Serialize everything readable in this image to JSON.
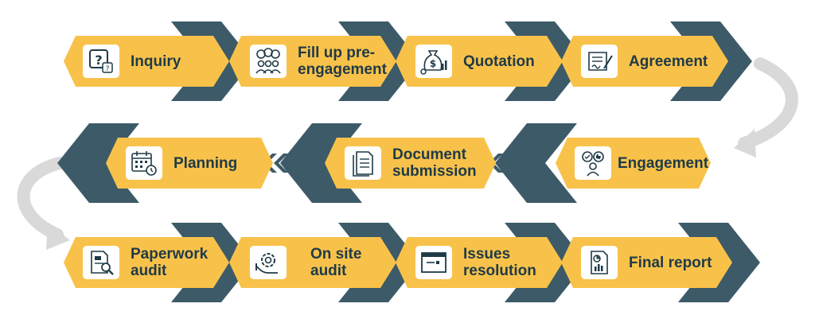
{
  "diagram": {
    "colors": {
      "step_fill": "#f8c24a",
      "chevron_dark": "#3d5a68",
      "arrow_gray": "#d9d9d9",
      "text": "#1f3a47"
    },
    "steps": [
      {
        "label": "Inquiry",
        "icon": "question-mark-icon"
      },
      {
        "label": "Fill up pre-engagement",
        "icon": "people-feedback-icon"
      },
      {
        "label": "Quotation",
        "icon": "money-bag-icon"
      },
      {
        "label": "Agreement",
        "icon": "signed-contract-icon"
      },
      {
        "label": "Engagement",
        "icon": "person-thumbs-up-icon"
      },
      {
        "label": "Document submission",
        "icon": "document-icon"
      },
      {
        "label": "Planning",
        "icon": "calendar-icon"
      },
      {
        "label": "Paperwork audit",
        "icon": "document-magnifier-icon"
      },
      {
        "label": "On site audit",
        "icon": "gear-hand-icon"
      },
      {
        "label": "Issues resolution",
        "icon": "browser-window-icon"
      },
      {
        "label": "Final report",
        "icon": "report-chart-icon"
      }
    ]
  }
}
